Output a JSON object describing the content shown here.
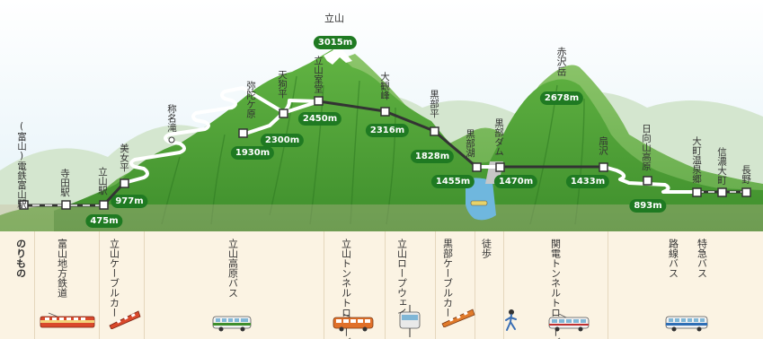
{
  "stations": [
    {
      "id": "dentetsu-toyama",
      "label": "(富山)電鉄富山駅"
    },
    {
      "id": "terada",
      "label": "寺田駅"
    },
    {
      "id": "tateyama-stn",
      "label": "立山駅"
    },
    {
      "id": "bijodaira",
      "label": "美女平"
    },
    {
      "id": "shomyo-falls",
      "label": "称名滝"
    },
    {
      "id": "midagahara",
      "label": "弥陀ケ原"
    },
    {
      "id": "tengudaira",
      "label": "天狗平"
    },
    {
      "id": "murodo",
      "label": "立山室堂"
    },
    {
      "id": "daikanbo",
      "label": "大観峰"
    },
    {
      "id": "kurobedaira",
      "label": "黒部平"
    },
    {
      "id": "kurobeko",
      "label": "黒部湖"
    },
    {
      "id": "kurobe-dam",
      "label": "黒部ダム"
    },
    {
      "id": "ogizawa",
      "label": "扇沢"
    },
    {
      "id": "hinatayama",
      "label": "日向山高原"
    },
    {
      "id": "omachi-onsen",
      "label": "大町温泉郷"
    },
    {
      "id": "shinano-omachi",
      "label": "信濃大町"
    },
    {
      "id": "nagano",
      "label": "長野"
    }
  ],
  "altitudes": {
    "tateyama_stn": "475m",
    "bijodaira": "977m",
    "midagahara": "1930m",
    "tengudaira": "2300m",
    "murodo": "2450m",
    "daikanbo": "2316m",
    "kurobedaira": "1828m",
    "kurobeko": "1455m",
    "kurobe_dam": "1470m",
    "ogizawa": "1433m",
    "omachi": "893m"
  },
  "peaks": {
    "tateyama": {
      "name": "立山",
      "altitude": "3015m"
    },
    "akazawa": {
      "name": "赤沢岳",
      "altitude": "2678m"
    }
  },
  "transport": {
    "header": "のりもの",
    "segments": [
      {
        "id": "railway",
        "label": "富山地方鉄道"
      },
      {
        "id": "cable-tateyama",
        "label": "立山ケーブルカー"
      },
      {
        "id": "kogen-bus",
        "label": "立山高原バス"
      },
      {
        "id": "tunnel-trolley",
        "label": "立山トンネルトロリーバス"
      },
      {
        "id": "ropeway",
        "label": "立山ロープウェイ"
      },
      {
        "id": "cable-kurobe",
        "label": "黒部ケーブルカー"
      },
      {
        "id": "walk",
        "label": "徒歩"
      },
      {
        "id": "kanden-trolley",
        "label": "関電トンネルトロリーバス"
      },
      {
        "id": "route-bus",
        "label": "路線バス"
      },
      {
        "id": "express-bus",
        "label": "特急バス"
      }
    ]
  },
  "colors": {
    "mountain": "#5aa83a",
    "mountain_dark": "#3f8a2a",
    "sky": "#e2f1f7",
    "distant": "#d8e6d8",
    "route_line": "#333333",
    "altitude_badge": "#1f7a22",
    "transport_bg": "#fbf3e3"
  }
}
